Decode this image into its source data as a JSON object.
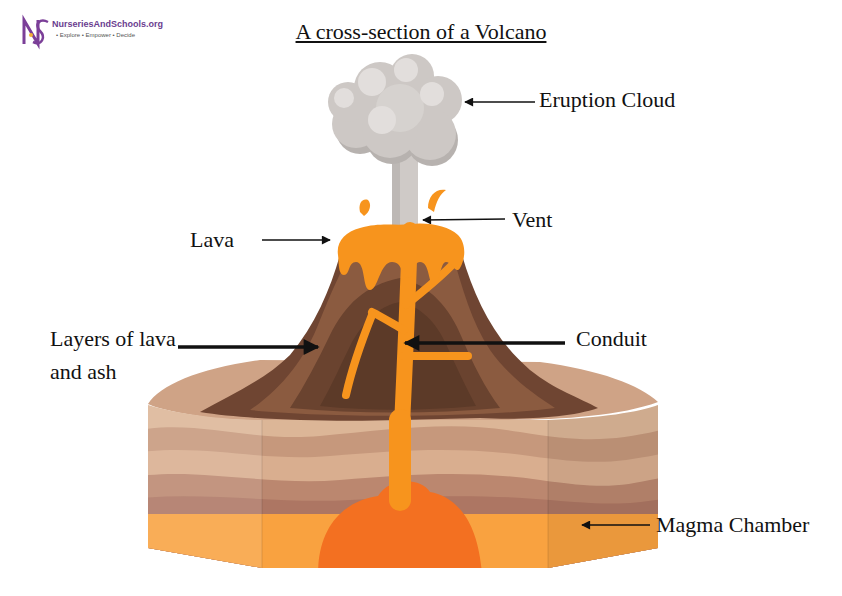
{
  "diagram": {
    "title": "A cross-section of a Volcano",
    "labels": [
      "NurseriesAndSchools.org",
      "• Explore • Empower • Decide",
      "Eruption Cloud",
      "Vent",
      "Lava",
      "Layers of lava and ash",
      "Conduit",
      "Magma Chamber"
    ]
  }
}
